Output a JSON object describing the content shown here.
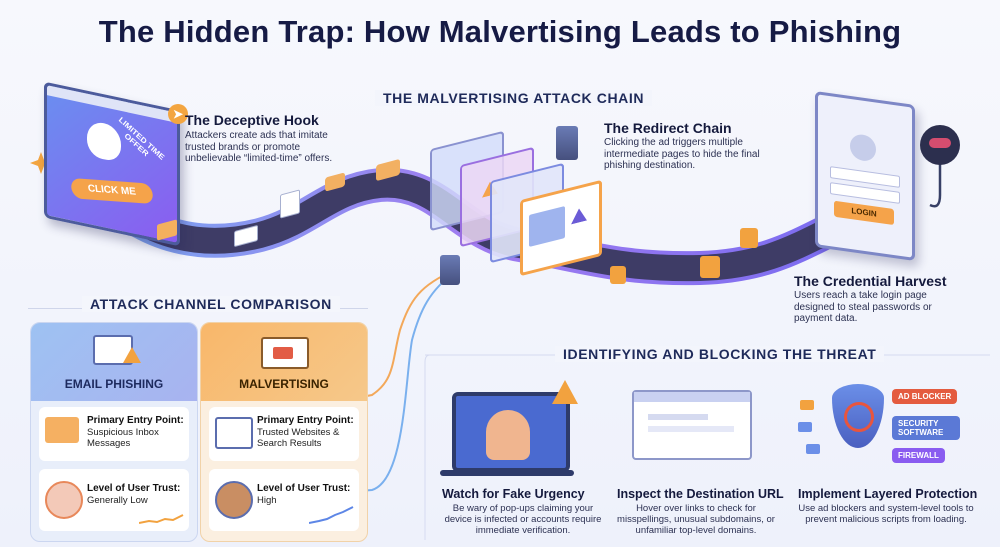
{
  "title": "The Hidden Trap: How Malvertising Leads to Phishing",
  "attack_chain": {
    "heading": "THE MALVERTISING ATTACK CHAIN",
    "hook": {
      "title": "The Deceptive Hook",
      "desc": "Attackers create ads that imitate trusted brands or promote unbelievable “limited-time” offers.",
      "ad_label": "LIMITED TIME OFFER",
      "ad_button": "CLICK ME"
    },
    "redirect": {
      "title": "The Redirect Chain",
      "desc": "Clicking the ad triggers multiple intermediate pages to hide the final phishing destination."
    },
    "harvest": {
      "title": "The Credential Harvest",
      "desc": "Users reach a take login page designed to steal passwords or payment data.",
      "login_button": "LOGIN"
    }
  },
  "comparison": {
    "heading": "ATTACK CHANNEL COMPARISON",
    "email": {
      "label": "EMAIL PHISHING",
      "entry_label": "Primary Entry Point:",
      "entry_value": "Suspicious Inbox Messages",
      "trust_label": "Level of User Trust:",
      "trust_value": "Generally Low",
      "color": "#6fa8e8"
    },
    "malvertising": {
      "label": "MALVERTISING",
      "entry_label": "Primary Entry Point:",
      "entry_value": "Trusted Websites & Search Results",
      "trust_label": "Level of User Trust:",
      "trust_value": "High",
      "color": "#f5a34a"
    }
  },
  "blocking": {
    "heading": "IDENTIFYING AND BLOCKING THE THREAT",
    "items": [
      {
        "title": "Watch for Fake Urgency",
        "desc": "Be wary of pop-ups claiming your device is infected or accounts require immediate verification."
      },
      {
        "title": "Inspect the Destination URL",
        "desc": "Hover over links to check for misspellings, unusual subdomains, or unfamiliar top-level domains."
      },
      {
        "title": "Implement Layered Protection",
        "desc": "Use ad blockers and system-level tools to prevent malicious scripts from loading."
      }
    ],
    "tools": [
      "AD BLOCKER",
      "SECURITY SOFTWARE",
      "FIREWALL"
    ]
  },
  "colors": {
    "road": "#3b3a63",
    "road_edge": "#8b7cf0",
    "accent_blue": "#5d86e6",
    "accent_orange": "#f5a34a",
    "accent_purple": "#8a5cf0"
  }
}
